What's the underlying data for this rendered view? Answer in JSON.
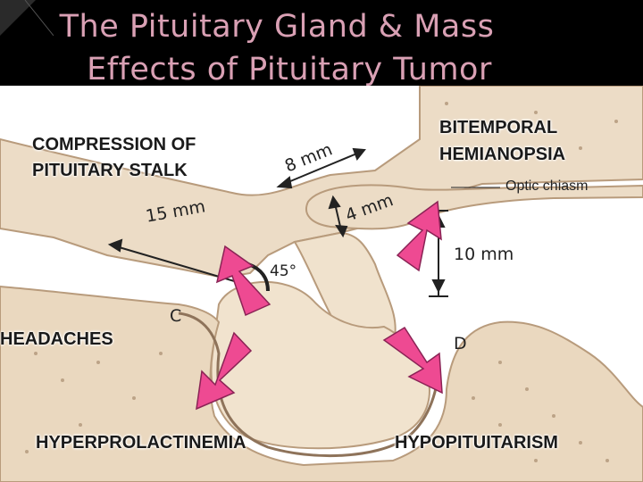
{
  "slide": {
    "title_line1": "The Pituitary Gland & Mass",
    "title_line2": "Effects of Pituitary Tumor"
  },
  "labels": {
    "compression": "COMPRESSION OF PITUITARY STALK",
    "bitemporal": "BITEMPORAL HEMIANOPSIA",
    "headaches": "HEADACHES",
    "hyperprolactinemia": "HYPERPROLACTINEMIA",
    "hypopituitarism": "HYPOPITUITARISM"
  },
  "measurements": {
    "m8": "8 mm",
    "m15": "15 mm",
    "m4": "4 mm",
    "m10": "10 mm",
    "angle": "45°",
    "optic_chiasm": "Optic chiasm",
    "c": "C",
    "d": "D"
  },
  "colors": {
    "tissue": "#ecdcc6",
    "tissue_dark": "#d9c1a2",
    "arrow": "#ee4a92"
  }
}
